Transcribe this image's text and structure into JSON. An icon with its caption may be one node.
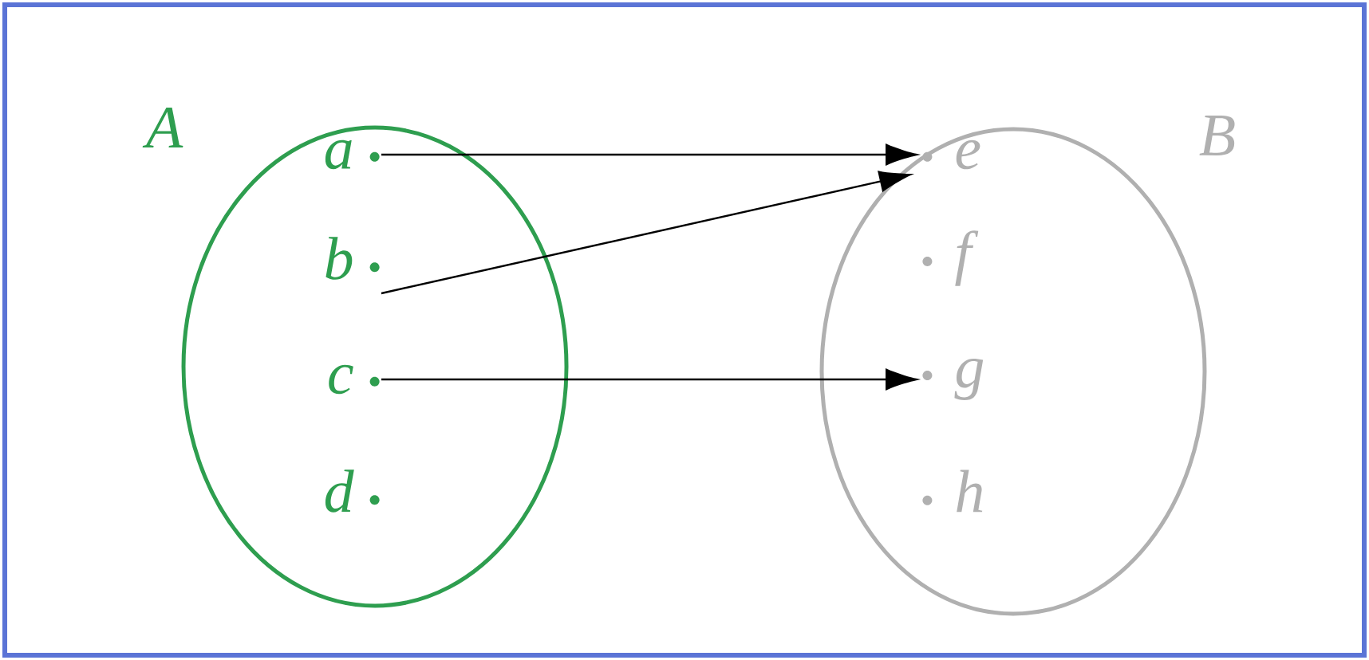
{
  "diagram": {
    "nodes": [
      {
        "text": [
          "A"
        ]
      },
      {
        "text": [
          "a"
        ],
        "in": 0
      },
      {
        "text": [
          "b"
        ],
        "in": 0
      },
      {
        "text": [
          "c"
        ],
        "in": 0
      },
      {
        "text": [
          "d"
        ],
        "in": 0
      },
      {
        "text": [
          "B"
        ]
      },
      {
        "text": [
          "e"
        ],
        "in": 5
      },
      {
        "text": [
          "f"
        ],
        "in": 5
      },
      {
        "text": [
          "g"
        ],
        "in": 5
      },
      {
        "text": [
          "h"
        ],
        "in": 5
      }
    ],
    "edges": [
      {
        "from": 1,
        "to": 6,
        "arrow": "to"
      },
      {
        "from": 2,
        "to": 6,
        "arrow": "to"
      },
      {
        "from": 3,
        "to": 8,
        "arrow": "to"
      }
    ]
  }
}
